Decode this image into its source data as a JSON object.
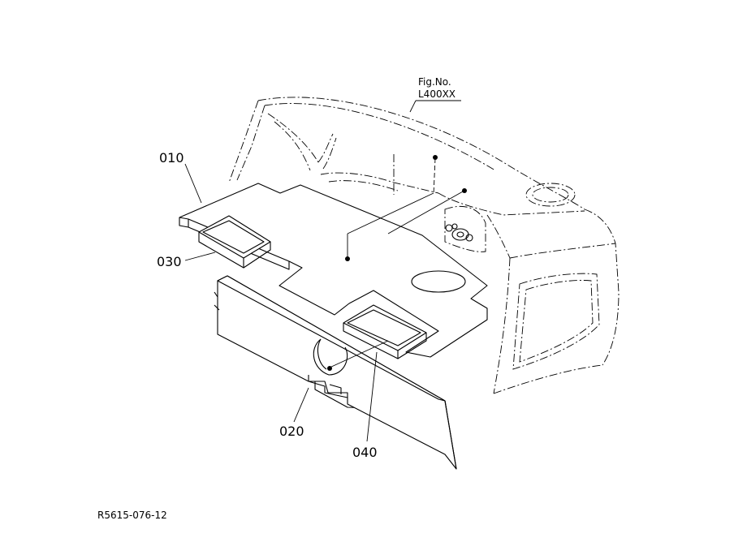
{
  "figure": {
    "fig_label": "Fig.No.",
    "fig_number": "L400XX",
    "drawing_code": "R5615-076-12"
  },
  "parts": [
    {
      "key": "p010",
      "number": "010"
    },
    {
      "key": "p020",
      "number": "020"
    },
    {
      "key": "p030",
      "number": "030"
    },
    {
      "key": "p040",
      "number": "040"
    }
  ]
}
